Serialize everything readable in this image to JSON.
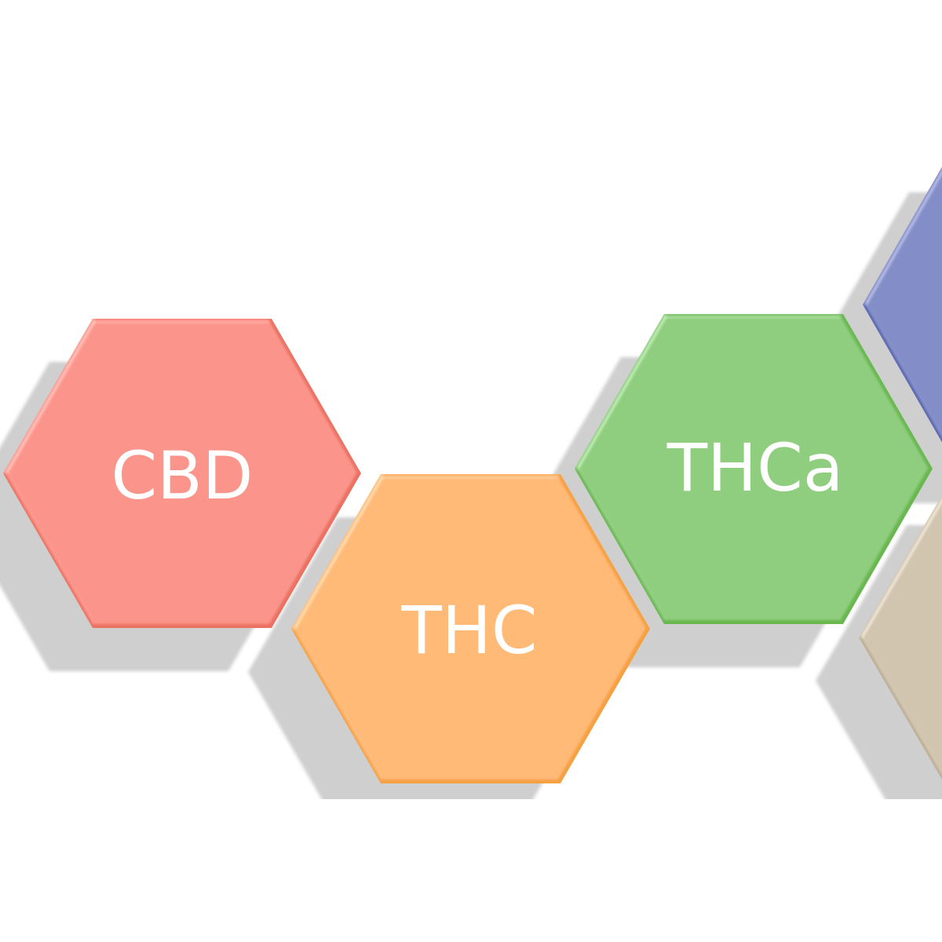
{
  "hexagons": [
    {
      "id": "cbd",
      "label": "CBD",
      "color": "#EB7264"
    },
    {
      "id": "thc",
      "label": "THC",
      "color": "#F5A142"
    },
    {
      "id": "thca",
      "label": "THCa",
      "color": "#69B84F"
    },
    {
      "id": "blue-partial",
      "label": "",
      "color": "#5766B0"
    },
    {
      "id": "tan-partial",
      "label": "",
      "color": "#BCAE94"
    }
  ],
  "colors": {
    "background": "#FFFFFF",
    "shadow": "#CFCFCF",
    "label_text": "#FFFFFF"
  }
}
